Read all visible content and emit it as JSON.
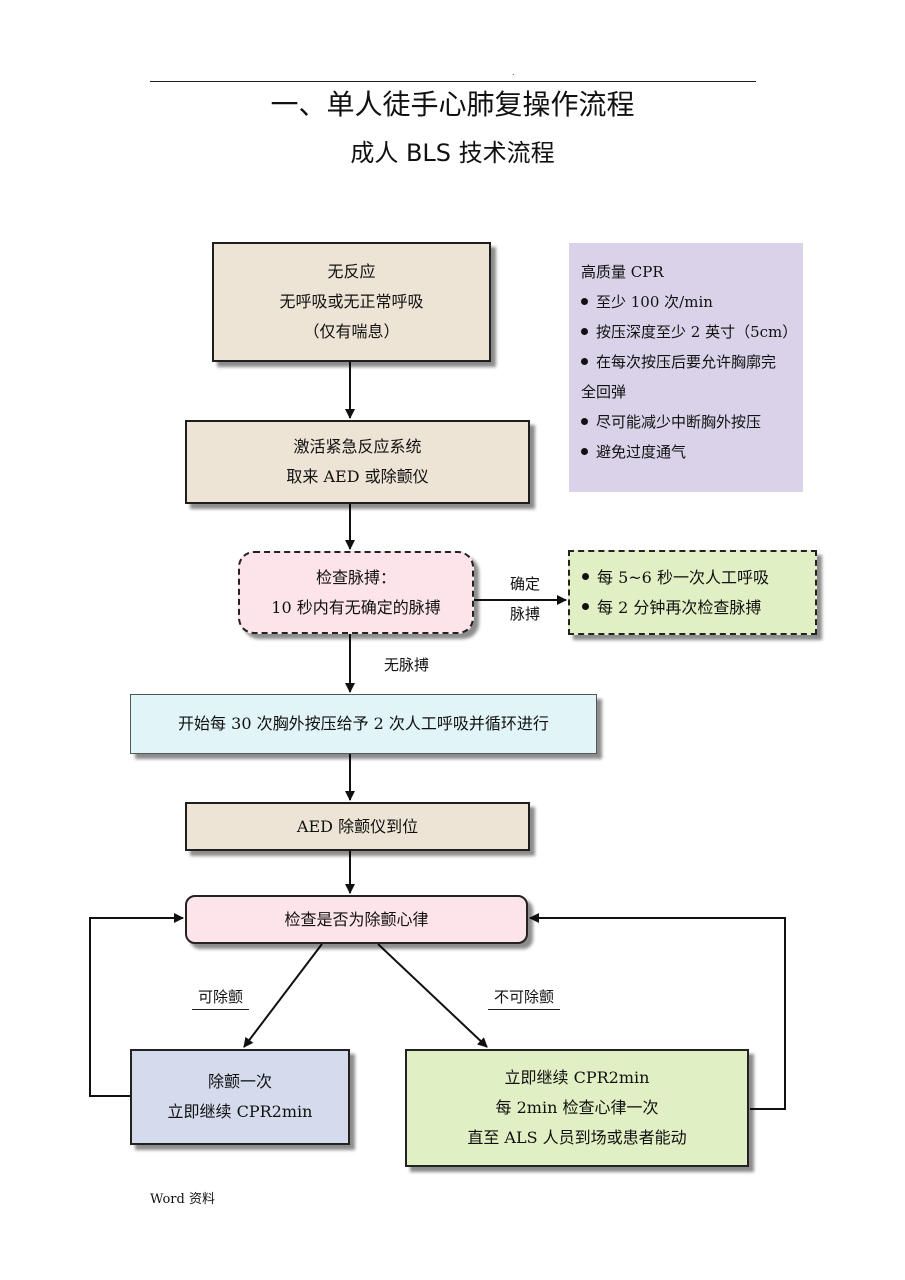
{
  "header": {
    "dot": ".",
    "title": "一、单人徒手心肺复操作流程",
    "subtitle": "成人 BLS 技术流程"
  },
  "flow": {
    "no_response": [
      "无反应",
      "无呼吸或无正常呼吸",
      "（仅有喘息）"
    ],
    "activate": [
      "激活紧急反应系统",
      "取来 AED 或除颤仪"
    ],
    "check_pulse": [
      "检查脉搏：",
      "10 秒内有无确定的脉搏"
    ],
    "pulse_yes_label": [
      "确定",
      "脉搏"
    ],
    "pulse_yes_actions": [
      "每 5~6 秒一次人工呼吸",
      "每 2 分钟再次检查脉搏"
    ],
    "no_pulse_label": "无脉搏",
    "cpr_cycle": "开始每 30 次胸外按压给予 2 次人工呼吸并循环进行",
    "aed_arrive": "AED 除颤仪到位",
    "check_rhythm": "检查是否为除颤心律",
    "shockable_label": "可除颤",
    "non_shockable_label": "不可除颤",
    "shock_box": [
      "除颤一次",
      "立即继续 CPR2min"
    ],
    "non_shock_box": [
      "立即继续 CPR2min",
      "每 2min 检查心律一次",
      "直至 ALS 人员到场或患者能动"
    ]
  },
  "quality_cpr": {
    "title": "高质量 CPR",
    "items": [
      "至少 100 次/min",
      "按压深度至少 2 英寸（5cm）",
      "在每次按压后要允许胸廓完",
      "尽可能减少中断胸外按压",
      "避免过度通气"
    ],
    "item3_continuation": "全回弹"
  },
  "footer": "Word  资料",
  "colors": {
    "tan": "#ede4d6",
    "pink": "#fde4ea",
    "green": "#e1f0c4",
    "light_blue": "#e1f4f8",
    "blue_grey": "#d4dbec",
    "lavender": "#d9d2e8"
  }
}
